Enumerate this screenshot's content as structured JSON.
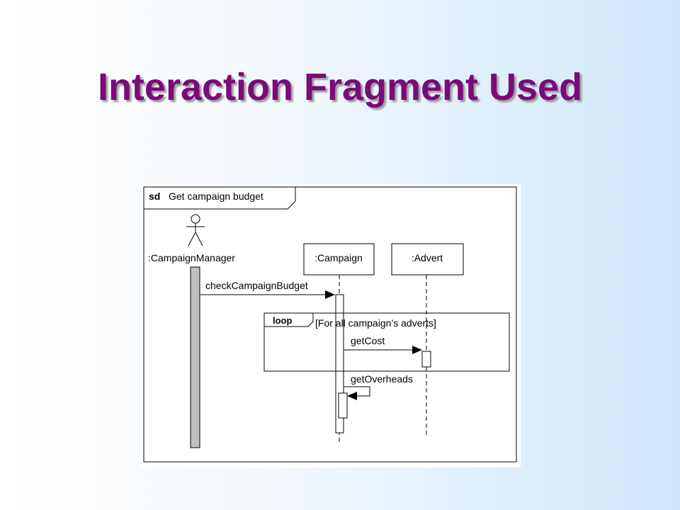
{
  "slide": {
    "title": "Interaction Fragment Used"
  },
  "frame": {
    "keyword": "sd",
    "name": "Get campaign budget"
  },
  "lifelines": {
    "campaign_manager": ":CampaignManager",
    "campaign": ":Campaign",
    "advert": ":Advert"
  },
  "messages": {
    "check_campaign_budget": "checkCampaignBudget",
    "get_cost": "getCost",
    "get_overheads": "getOverheads"
  },
  "loop": {
    "keyword": "loop",
    "guard": "[For all campaign’s adverts]"
  },
  "colors": {
    "title": "#7a0a7a",
    "activation_manager": "#c0c0c0",
    "line": "#000000"
  }
}
